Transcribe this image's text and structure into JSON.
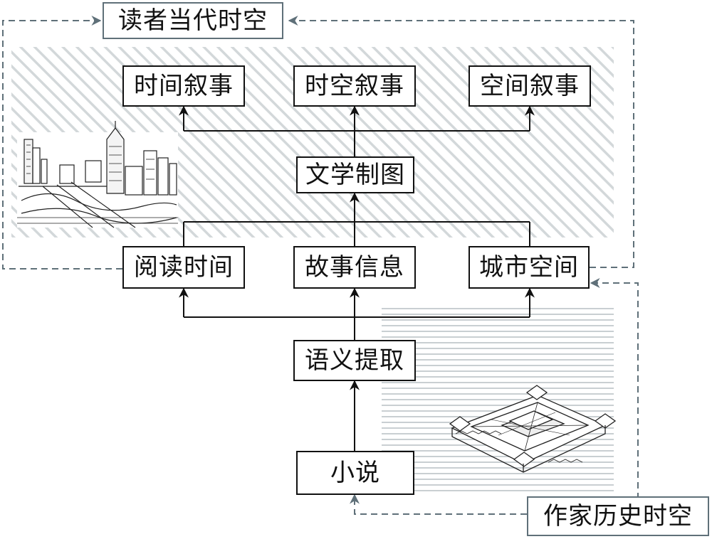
{
  "nodes": {
    "reader_spacetime": "读者当代时空",
    "time_narrative": "时间叙事",
    "spacetime_narrative": "时空叙事",
    "space_narrative": "空间叙事",
    "literary_mapping": "文学制图",
    "reading_time": "阅读时间",
    "story_info": "故事信息",
    "city_space": "城市空间",
    "semantic_extraction": "语义提取",
    "novel": "小说",
    "author_spacetime": "作家历史时空"
  },
  "colors": {
    "solid_line": "#111111",
    "dashed_line": "#5f7079",
    "hatch": "#d3d8da",
    "stripes": "#c9cfd2"
  },
  "illustrations": [
    "city-skyline-sketch",
    "ancient-city-wall-sketch"
  ]
}
